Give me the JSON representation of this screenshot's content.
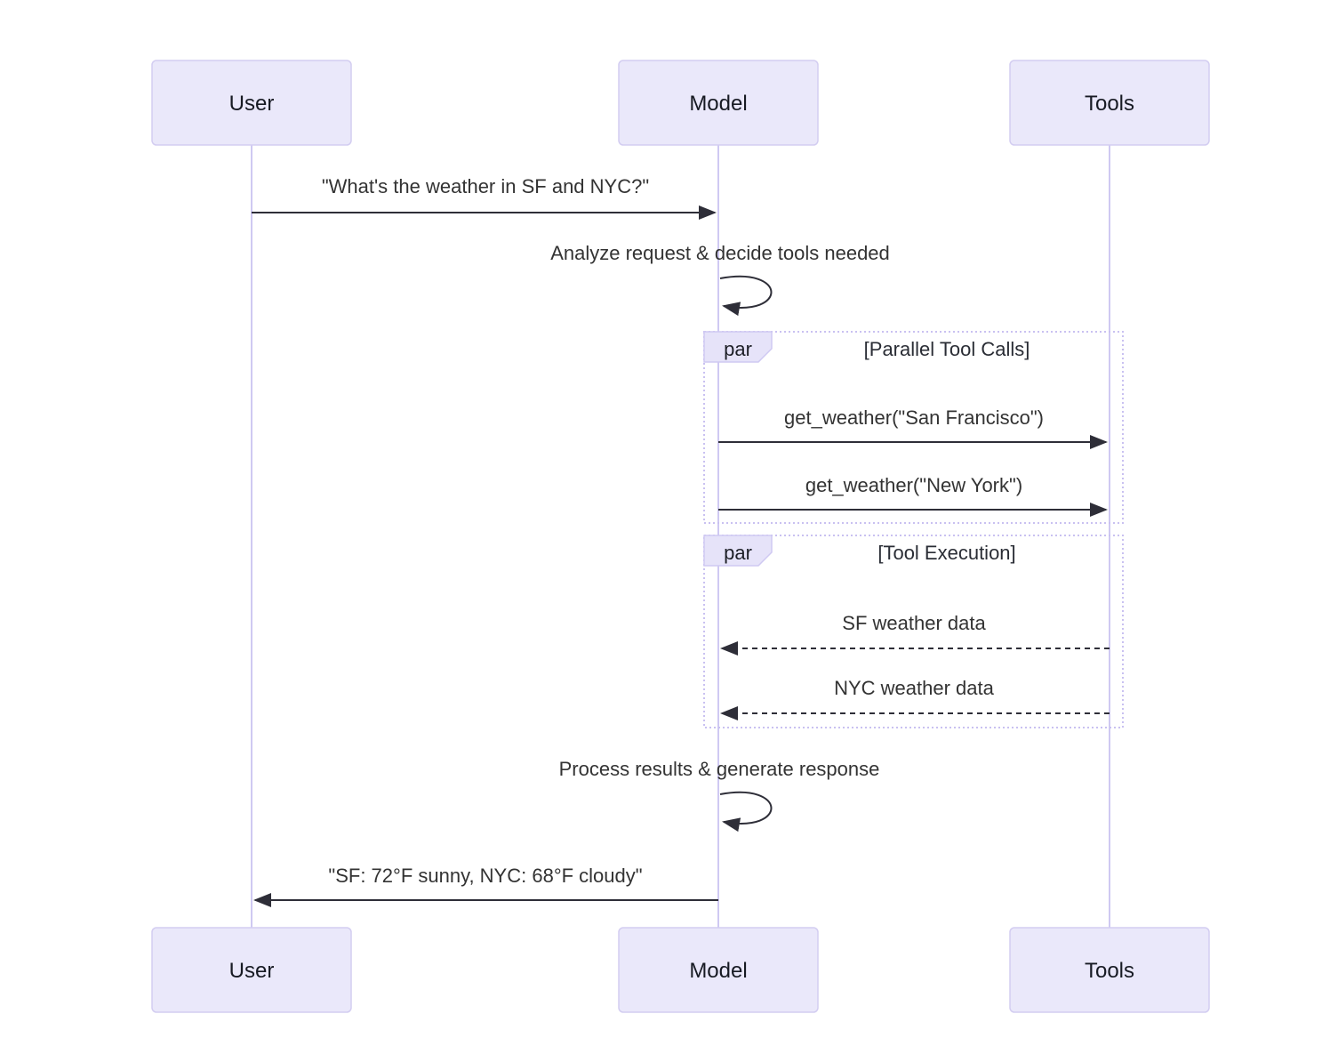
{
  "diagram": {
    "type": "sequence",
    "background": "#ffffff",
    "actors": [
      {
        "id": "user",
        "label": "User"
      },
      {
        "id": "model",
        "label": "Model"
      },
      {
        "id": "tools",
        "label": "Tools"
      }
    ],
    "messages": [
      {
        "from": "User",
        "to": "Model",
        "line": "solid",
        "label": "\"What's the weather in SF and NYC?\""
      },
      {
        "from": "Model",
        "to": "Model",
        "line": "self",
        "label": "Analyze request & decide tools needed"
      },
      {
        "from": "Model",
        "to": "Tools",
        "line": "solid",
        "label": "get_weather(\"San Francisco\")"
      },
      {
        "from": "Model",
        "to": "Tools",
        "line": "solid",
        "label": "get_weather(\"New York\")"
      },
      {
        "from": "Tools",
        "to": "Model",
        "line": "dashed",
        "label": "SF weather data"
      },
      {
        "from": "Tools",
        "to": "Model",
        "line": "dashed",
        "label": "NYC weather data"
      },
      {
        "from": "Model",
        "to": "Model",
        "line": "self",
        "label": "Process results & generate response"
      },
      {
        "from": "Model",
        "to": "User",
        "line": "solid",
        "label": "\"SF: 72°F sunny, NYC: 68°F cloudy\""
      }
    ],
    "frames": [
      {
        "keyword": "par",
        "title": "[Parallel Tool Calls]"
      },
      {
        "keyword": "par",
        "title": "[Tool Execution]"
      }
    ],
    "colors": {
      "actor_fill": "#eae8fa",
      "actor_border": "#d3cdf1",
      "lifeline": "#cfc9f2",
      "frame_border": "#c9c1f1",
      "frame_label_fill": "#e6e3f9",
      "arrow": "#2e2e38",
      "message_text": "#333333",
      "actor_text": "#171a23"
    }
  }
}
